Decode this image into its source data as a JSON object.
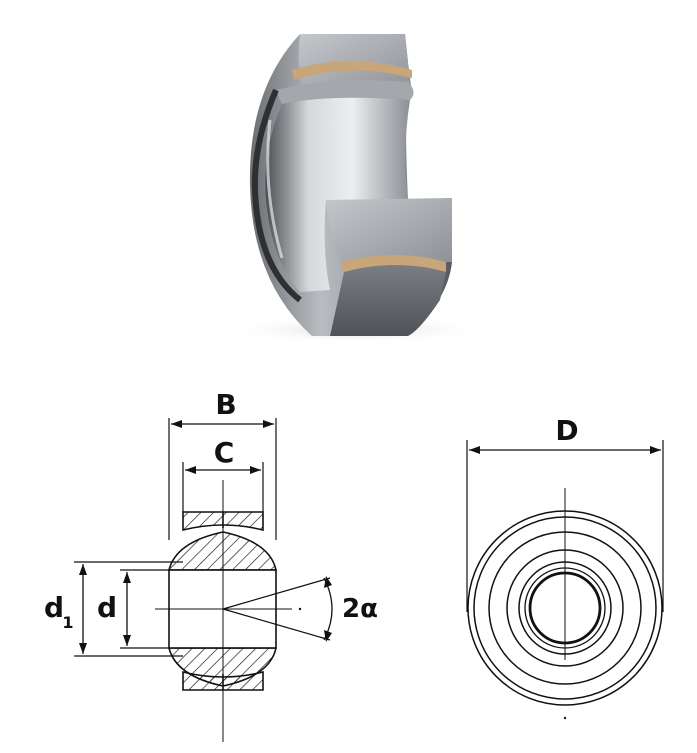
{
  "labels": {
    "width_outer": "B",
    "width_inner": "C",
    "outer_diameter": "D",
    "bore": "d",
    "sphere_diameter_main": "d",
    "sphere_diameter_sub": "1",
    "tilt_angle": "2α"
  },
  "colors": {
    "steel_dark": "#5f6266",
    "steel_mid": "#9a9ea3",
    "steel_light": "#d9dcdf",
    "bronze_liner": "#c9a57a",
    "line": "#111111"
  }
}
